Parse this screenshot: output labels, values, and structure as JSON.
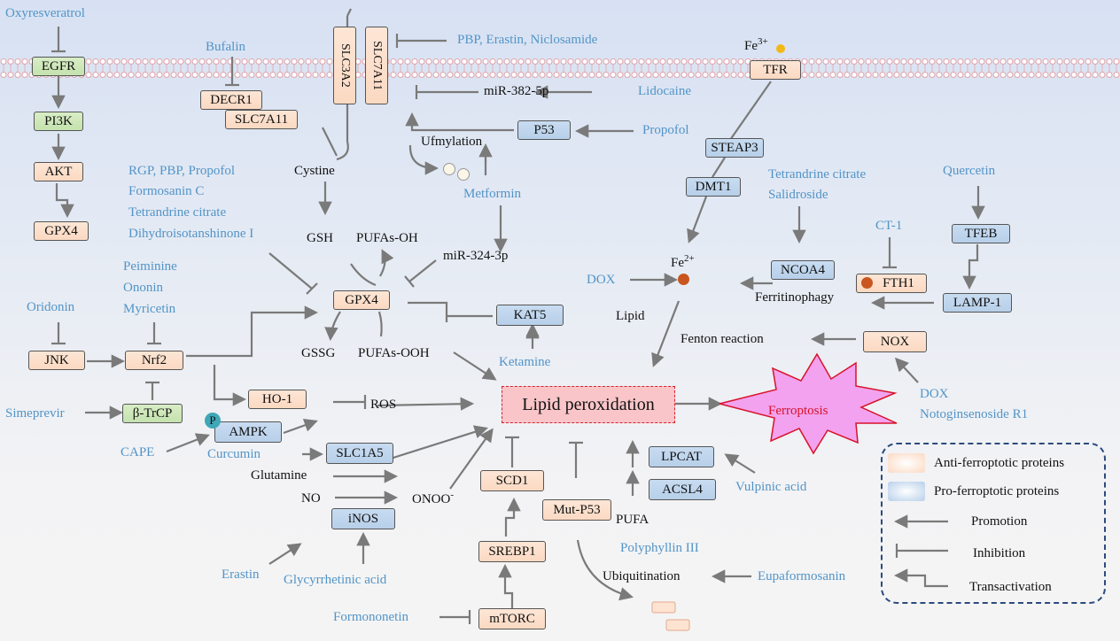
{
  "boxes": {
    "egfr": "EGFR",
    "pi3k": "PI3K",
    "akt": "AKT",
    "gpx4_left": "GPX4",
    "decr1": "DECR1",
    "slc7a11_a": "SLC7A11",
    "slc3a2": "SLC3A2",
    "slc7a11_b": "SLC7A11",
    "tfr": "TFR",
    "p53": "P53",
    "steap3": "STEAP3",
    "dmt1": "DMT1",
    "tfeb": "TFEB",
    "ncoa4": "NCOA4",
    "fth1": "FTH1",
    "lamp1": "LAMP-1",
    "gpx4": "GPX4",
    "kat5": "KAT5",
    "jnk": "JNK",
    "nrf2": "Nrf2",
    "btrcp": "β-TrCP",
    "ho1": "HO-1",
    "ampk": "AMPK",
    "slc1a5": "SLC1A5",
    "inos": "iNOS",
    "scd1": "SCD1",
    "mutp53": "Mut-P53",
    "lpcat": "LPCAT",
    "acsl4": "ACSL4",
    "srebp1": "SREBP1",
    "mtorc": "mTORC",
    "nox": "NOX"
  },
  "central": {
    "lipid_peroxidation": "Lipid peroxidation",
    "ferroptosis": "Ferroptosis"
  },
  "drugs": {
    "oxyresveratrol": "Oxyresveratrol",
    "bufalin": "Bufalin",
    "pbp_erastin_niclosamide": "PBP, Erastin, Niclosamide",
    "lidocaine": "Lidocaine",
    "propofol": "Propofol",
    "metformin": "Metformin",
    "rgp_group": [
      "RGP, PBP, Propofol",
      "Formosanin C",
      "Tetrandrine citrate",
      "Dihydroisotanshinone I"
    ],
    "peiminine_group": [
      "Peiminine",
      "Ononin",
      "Myricetin"
    ],
    "oridonin": "Oridonin",
    "simeprevir": "Simeprevir",
    "cape": "CAPE",
    "curcumin": "Curcumin",
    "erastin": "Erastin",
    "glycyrrhetinic": "Glycyrrhetinic acid",
    "formononetin": "Formononetin",
    "ketamine": "Ketamine",
    "polyphyllin": "Polyphyllin III",
    "vulpinic": "Vulpinic acid",
    "eupaformosanin": "Eupaformosanin",
    "tetrandrine_group": [
      "Tetrandrine citrate",
      "Salidroside"
    ],
    "quercetin": "Quercetin",
    "ct1": "CT-1",
    "dox_left": "DOX",
    "dox_notogin": [
      "DOX",
      "Notoginsenoside R1"
    ]
  },
  "labels": {
    "mir382": "miR-382-5p",
    "ufmylation": "Ufmylation",
    "cystine": "Cystine",
    "gsh": "GSH",
    "pufas_oh": "PUFAs-OH",
    "mir324": "miR-324-3p",
    "gssg": "GSSG",
    "pufas_ooh": "PUFAs-OOH",
    "ros": "ROS",
    "glutamine": "Glutamine",
    "no": "NO",
    "onoo": "ONOO",
    "onoo_sup": "-",
    "pufa": "PUFA",
    "ubiquitination": "Ubiquitination",
    "lipid": "Lipid",
    "fenton": "Fenton reaction",
    "ferritinophagy": "Ferritinophagy",
    "fe3": "Fe",
    "fe3_sup": "3+",
    "fe2": "Fe",
    "fe2_sup": "2+",
    "p": "P"
  },
  "legend": {
    "anti": "Anti-ferroptotic proteins",
    "pro": "Pro-ferroptotic proteins",
    "promotion": "Promotion",
    "inhibition": "Inhibition",
    "transactivation": "Transactivation"
  },
  "colors": {
    "arrow": "#7a7a7a",
    "drug_text": "#5294c7",
    "anti_fill": "#fbd9c2",
    "pro_fill": "#b7cfe9",
    "green_fill": "#c5e2ae",
    "ferroptosis_fill": "#f2a2ee",
    "lipid_fill": "#f9c5c9",
    "legend_border": "#2b4a7f"
  }
}
